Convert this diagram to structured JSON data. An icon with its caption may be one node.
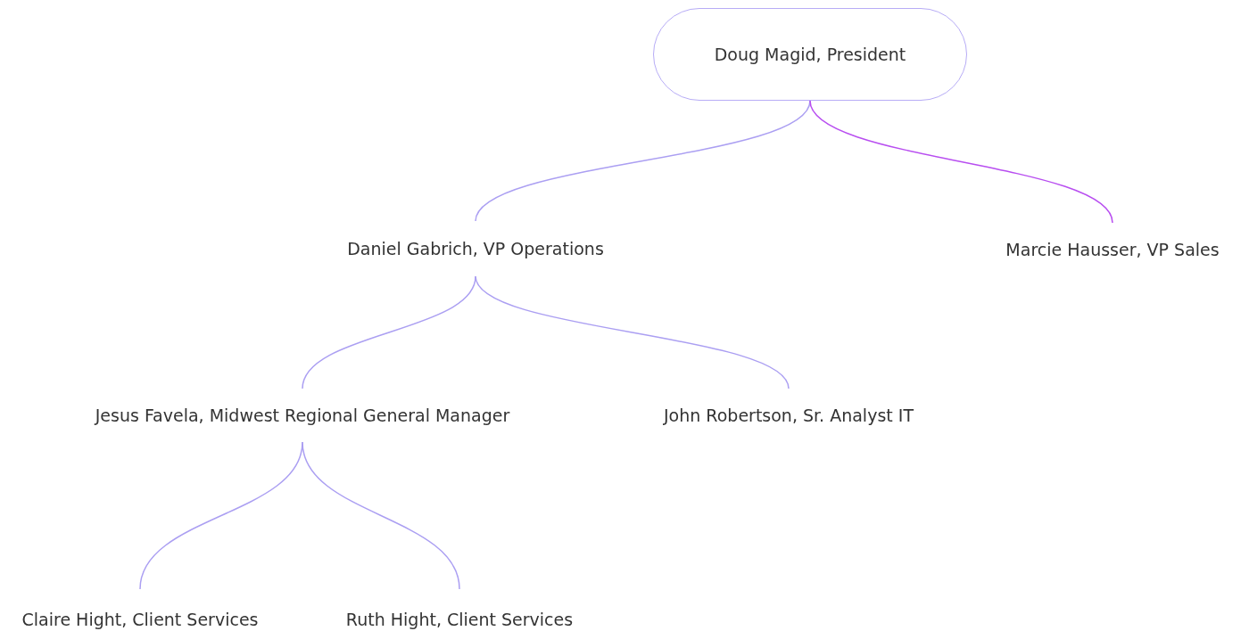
{
  "diagram": {
    "nodes": [
      {
        "text": [
          "Doug Magid, President"
        ]
      },
      {
        "text": [
          "Daniel Gabrich, VP Operations"
        ]
      },
      {
        "text": [
          "Marcie Hausser, VP Sales"
        ]
      },
      {
        "text": [
          "Jesus Favela, Midwest Regional General Manager"
        ]
      },
      {
        "text": [
          "John Robertson, Sr. Analyst IT"
        ]
      },
      {
        "text": [
          "Claire Hight, Client Services"
        ]
      },
      {
        "text": [
          "Ruth Hight, Client Services"
        ]
      }
    ],
    "edges": [
      {
        "from": 0,
        "to": 1,
        "arrow": "none"
      },
      {
        "from": 0,
        "to": 2,
        "arrow": "none",
        "color": "#b84ef0"
      },
      {
        "from": 1,
        "to": 3,
        "arrow": "none"
      },
      {
        "from": 1,
        "to": 4,
        "arrow": "none"
      },
      {
        "from": 3,
        "to": 5,
        "arrow": "none"
      },
      {
        "from": 3,
        "to": 6,
        "arrow": "none"
      }
    ]
  }
}
